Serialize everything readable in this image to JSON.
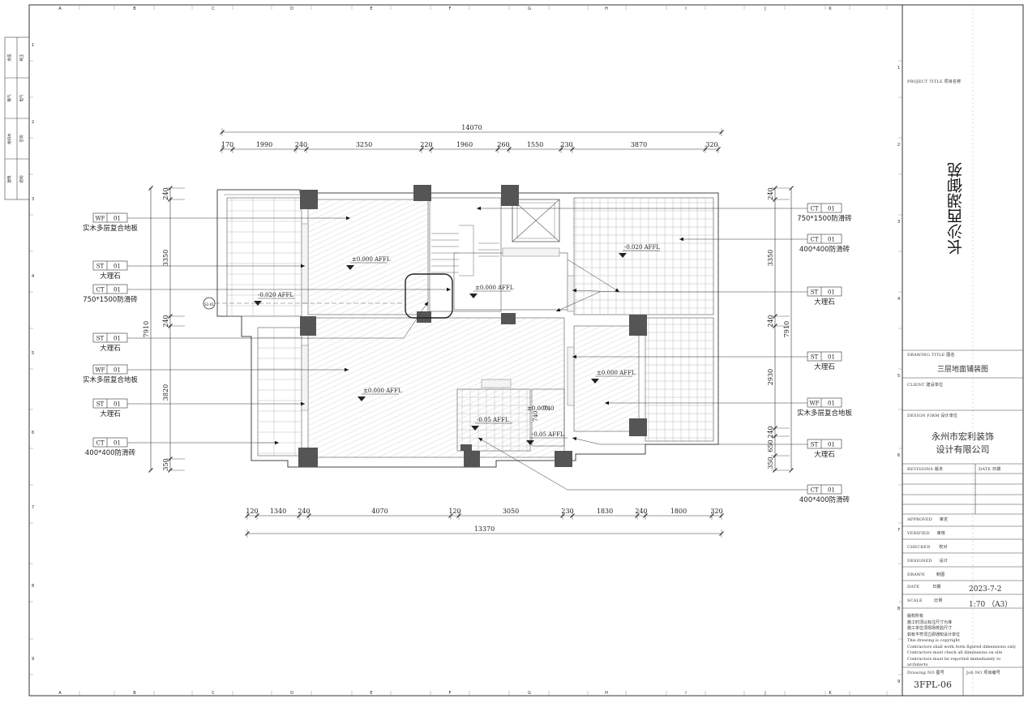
{
  "grid": {
    "cols": [
      "A",
      "B",
      "C",
      "D",
      "E",
      "F",
      "G",
      "H",
      "I",
      "J",
      "K"
    ],
    "rows": [
      "1",
      "2",
      "3",
      "4",
      "5",
      "6",
      "7",
      "8",
      "9"
    ]
  },
  "left_strip": {
    "rows": [
      [
        "会签",
        "校正"
      ],
      [
        "暖气",
        "电气"
      ],
      [
        "给排水",
        "空调"
      ],
      [
        "建筑",
        "结构"
      ]
    ]
  },
  "plan": {
    "top_overall": "14070",
    "top_dims": [
      "170",
      "1990",
      "240",
      "3250",
      "220",
      "1960",
      "260",
      "1550",
      "230",
      "3870",
      "320"
    ],
    "bottom_overall": "13370",
    "bottom_dims": [
      "120",
      "1340",
      "240",
      "4070",
      "120",
      "3050",
      "230",
      "1830",
      "240",
      "1800",
      "320"
    ],
    "left_overall": "7910",
    "left_dims": [
      "240",
      "3350",
      "240",
      "3820",
      "350"
    ],
    "right_overall": "7910",
    "right_dims": [
      "240",
      "3350",
      "240",
      "2930",
      "240",
      "650",
      "350"
    ],
    "levels": {
      "l1": "±0.000 AFFL",
      "l2": "-0.020 AFFL",
      "l3": "±0.000 AFFL",
      "l4": "-0.020 AFFL",
      "l5": "±0.000 AFFL",
      "l6": "±0.000 AFFL",
      "l7": "-0.05 AFFL",
      "l8": "-0.05 AFFL",
      "l9": "±0.000",
      "l10": "740",
      "l11": "740"
    },
    "section_mark": "S1-01",
    "left_tags": [
      {
        "code": "WF",
        "num": "01",
        "desc": "实木多层复合地板"
      },
      {
        "code": "ST",
        "num": "01",
        "desc": "大理石"
      },
      {
        "code": "CT",
        "num": "01",
        "desc": "750*1500防滑砖"
      },
      {
        "code": "ST",
        "num": "01",
        "desc": "大理石"
      },
      {
        "code": "WF",
        "num": "01",
        "desc": "实木多层复合地板"
      },
      {
        "code": "ST",
        "num": "01",
        "desc": "大理石"
      },
      {
        "code": "CT",
        "num": "01",
        "desc": "400*400防滑砖"
      }
    ],
    "right_tags": [
      {
        "code": "CT",
        "num": "01",
        "desc": "750*1500防滑砖"
      },
      {
        "code": "CT",
        "num": "01",
        "desc": "400*400防滑砖"
      },
      {
        "code": "ST",
        "num": "01",
        "desc": "大理石"
      },
      {
        "code": "ST",
        "num": "01",
        "desc": "大理石"
      },
      {
        "code": "WF",
        "num": "01",
        "desc": "实木多层复合地板"
      },
      {
        "code": "ST",
        "num": "01",
        "desc": "大理石"
      },
      {
        "code": "CT",
        "num": "01",
        "desc": "400*400防滑砖"
      }
    ]
  },
  "title_block": {
    "project_label": "PROJECT TITLE  项目名称",
    "project_name": "长沙西湖御苑",
    "drawing_label": "DRAWING TITLE  图名",
    "drawing_name": "三层地面铺装图",
    "client_label": "CLIENT  建设单位",
    "design_label": "DESIGN FIRM  设计单位",
    "firm_line1": "永州市宏利装饰",
    "firm_line2": "设计有限公司",
    "revisions_label": "REVISIONS  版本",
    "date_col_label": "DATE  日期",
    "approved": "APPROVED     审定",
    "verified": "VERIFIED     审核",
    "checked": "CHECKED      校对",
    "designed": "DESIGNED     设计",
    "drawn": "DRAWN        制图",
    "date_label": "DATE         日期",
    "date_value": "2023-7-2",
    "scale_label": "SCALE        比例",
    "scale_value": "1:70 （A3）",
    "notes": [
      "版权所有",
      "施工时须以标注尺寸为准",
      "施工单位须现场校验尺寸",
      "如有不符须立即通知设计单位",
      "This drawing is copyright",
      "Contractors shall work form figured dimensions only",
      "Contractors must check all dimensions on site",
      "Contractors must be reported immediately to architects"
    ],
    "drawing_no_label": "Drawing NO  图号",
    "job_no_label": "Job NO  项目编号",
    "drawing_no": "3FPL-06"
  }
}
